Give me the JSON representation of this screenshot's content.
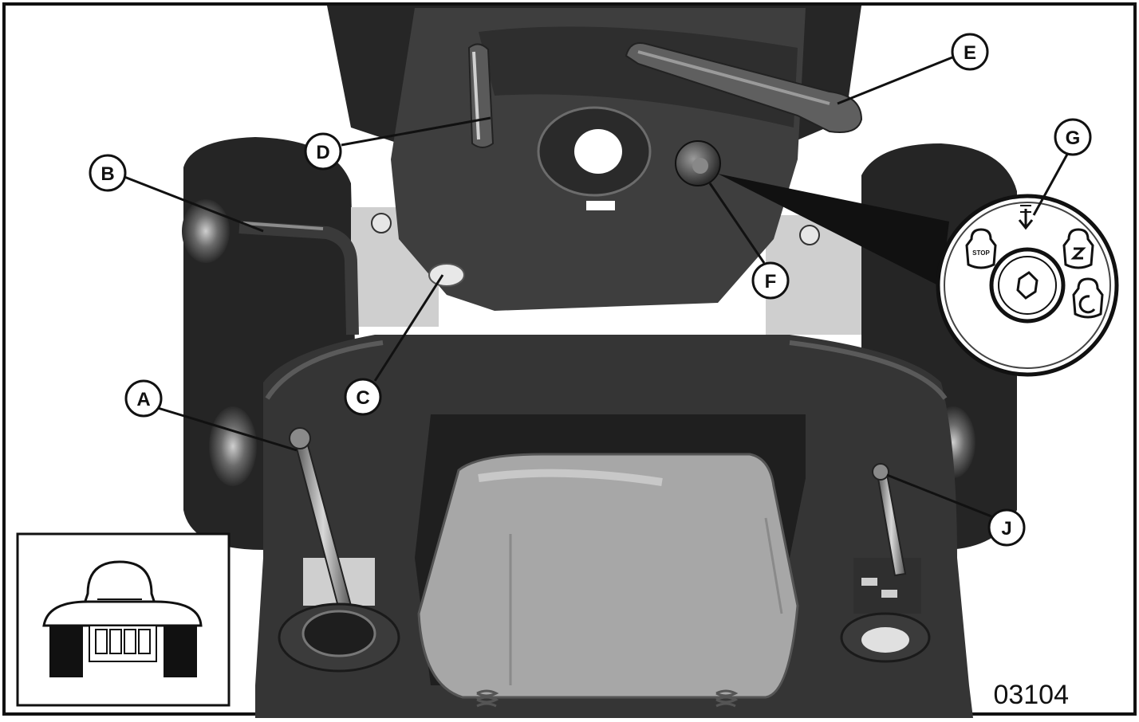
{
  "figure": {
    "number": "03104",
    "callouts": [
      {
        "id": "A",
        "letter": "A"
      },
      {
        "id": "B",
        "letter": "B"
      },
      {
        "id": "C",
        "letter": "C"
      },
      {
        "id": "D",
        "letter": "D"
      },
      {
        "id": "E",
        "letter": "E"
      },
      {
        "id": "F",
        "letter": "F"
      },
      {
        "id": "G",
        "letter": "G"
      },
      {
        "id": "J",
        "letter": "J"
      }
    ],
    "ignition_switch_inset": {
      "stop_label": "STOP"
    }
  },
  "colors": {
    "body": "#3a3a3a",
    "dark": "#1e1e1e",
    "light": "#bdbdbd",
    "seat": "#a9a9a9",
    "outline": "#111111"
  }
}
